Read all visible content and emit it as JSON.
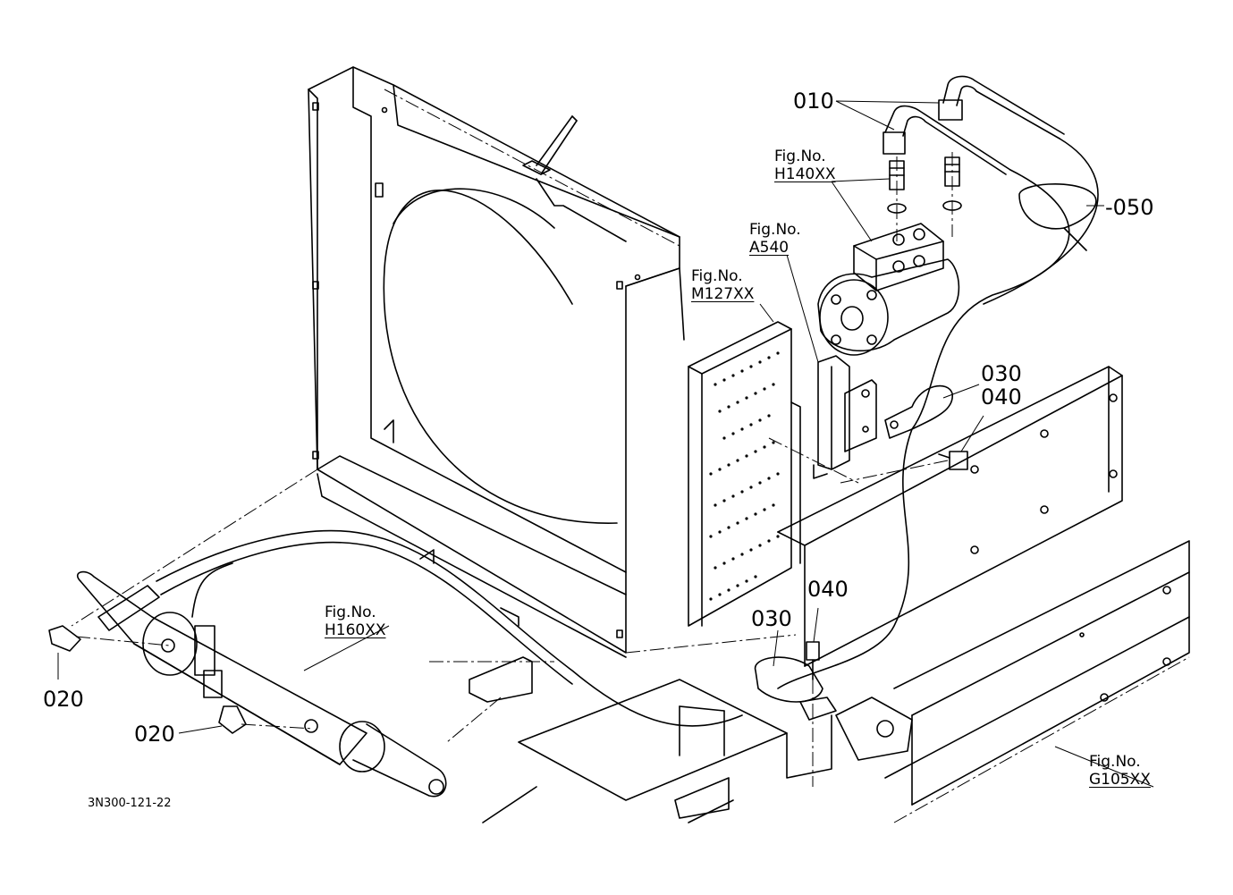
{
  "part_callouts": {
    "p010": "010",
    "p050": "-050",
    "p030_upper": "030",
    "p040_upper": "040",
    "p040_lower": "040",
    "p030_lower": "030",
    "p020_left": "020",
    "p020_lower": "020"
  },
  "figure_refs": {
    "h140": {
      "prefix": "Fig.No.",
      "code": "H140XX"
    },
    "a540": {
      "prefix": "Fig.No.",
      "code": "A540"
    },
    "m127": {
      "prefix": "Fig.No.",
      "code": "M127XX"
    },
    "h160": {
      "prefix": "Fig.No.",
      "code": "H160XX"
    },
    "g105": {
      "prefix": "Fig.No.",
      "code": "G105XX"
    }
  },
  "drawing_number": "3N300-121-22"
}
